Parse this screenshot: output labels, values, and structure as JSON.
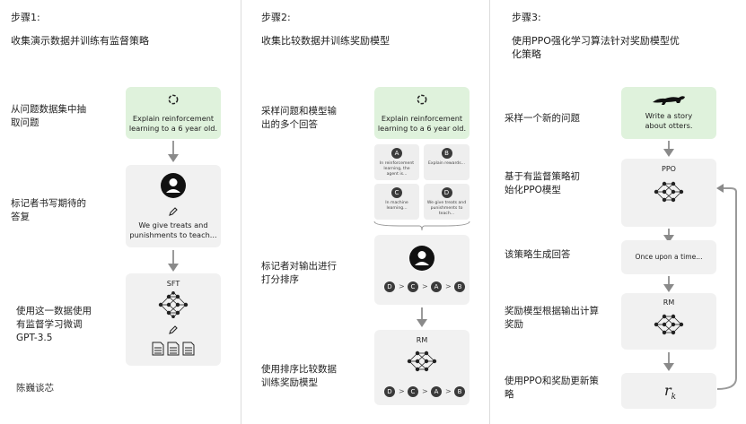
{
  "step1": {
    "title": "步骤1:",
    "subtitle": "收集演示数据并训练有监督策略",
    "label_prompt": "从问题数据集中抽\n取问题",
    "label_labeler": "标记者书写期待的\n答复",
    "label_sft": "使用这一数据使用\n有监督学习微调\nGPT-3.5",
    "prompt_text": "Explain reinforcement\nlearning to a 6 year old.",
    "labeler_answer": "We give treats and\npunishments to teach...",
    "model_label": "SFT",
    "author": "陈巍谈芯"
  },
  "step2": {
    "title": "步骤2:",
    "subtitle": "收集比较数据并训练奖励模型",
    "label_sample": "采样问题和模型输\n出的多个回答",
    "label_rank": "标记者对输出进行\n打分排序",
    "label_train": "使用排序比较数据\n训练奖励模型",
    "prompt_text": "Explain reinforcement\nlearning to a 6 year old.",
    "samples": [
      {
        "letter": "A",
        "text": "In reinforcement\nlearning, the\nagent is..."
      },
      {
        "letter": "B",
        "text": "Explain rewards..."
      },
      {
        "letter": "C",
        "text": "In machine\nlearning..."
      },
      {
        "letter": "D",
        "text": "We give treats and\npunishments to\nteach..."
      }
    ],
    "ranking": [
      "D",
      ">",
      "C",
      ">",
      "A",
      ">",
      "B"
    ],
    "model_label": "RM"
  },
  "step3": {
    "title": "步骤3:",
    "subtitle": "使用PPO强化学习算法针对奖励模型优\n化策略",
    "label_new_prompt": "采样一个新的问题",
    "label_init": "基于有监督策略初\n始化PPO模型",
    "label_generate": "该策略生成回答",
    "label_reward": "奖励模型根据输出计算\n奖励",
    "label_update": "使用PPO和奖励更新策\n略",
    "prompt_text": "Write a story\nabout otters.",
    "policy_label": "PPO",
    "output_text": "Once upon a time...",
    "rm_label": "RM",
    "reward_symbol": "r",
    "reward_sub": "k"
  },
  "icons": {
    "openai": "openai-logo-icon",
    "labeler": "labeler-avatar-icon",
    "pencil": "pencil-icon",
    "network": "neural-network-icon",
    "documents": "document-icon",
    "otter": "otter-icon"
  },
  "colors": {
    "prompt_box": "#dff2dc",
    "gray_box": "#f1f1f1",
    "badge": "#3a3a3a",
    "arrow": "#8a8a8a"
  }
}
